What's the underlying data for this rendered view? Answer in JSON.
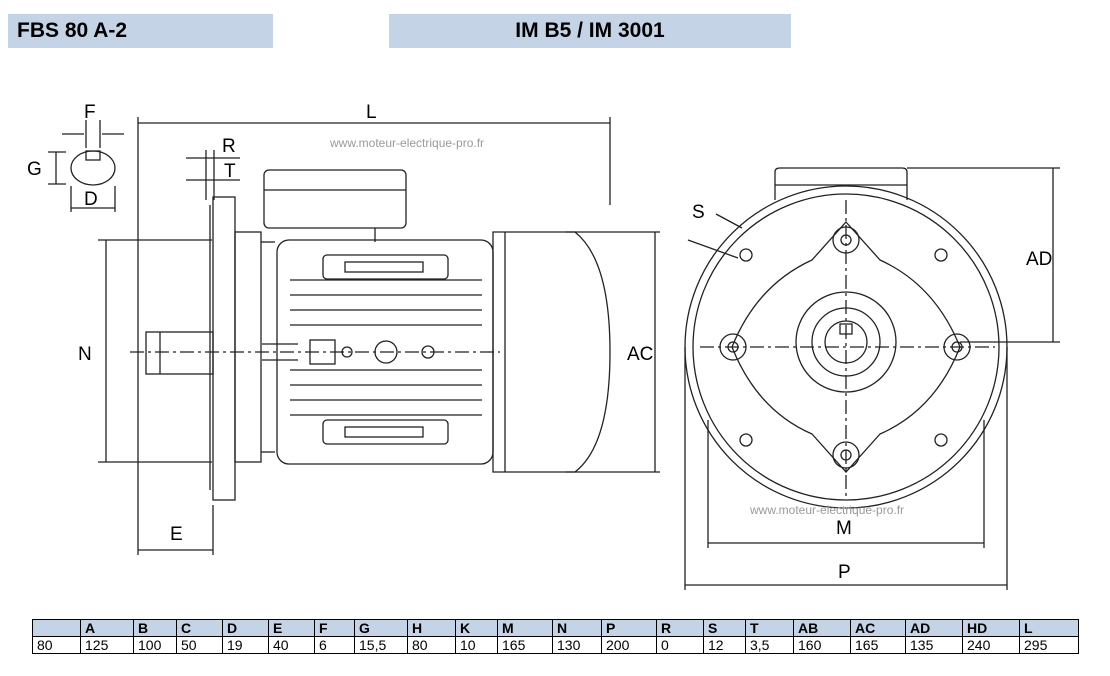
{
  "header": {
    "model": "FBS 80 A-2",
    "mounting": "IM B5 / IM 3001"
  },
  "watermark": "www.moteur-electrique-pro.fr",
  "side_view_labels": {
    "L": "L",
    "R": "R",
    "T": "T",
    "F": "F",
    "G": "G",
    "D": "D",
    "N": "N",
    "AC": "AC",
    "E": "E"
  },
  "front_view_labels": {
    "S": "S",
    "AD": "AD",
    "M": "M",
    "P": "P"
  },
  "table": {
    "headers": [
      "",
      "A",
      "B",
      "C",
      "D",
      "E",
      "F",
      "G",
      "H",
      "K",
      "M",
      "N",
      "P",
      "R",
      "S",
      "T",
      "AB",
      "AC",
      "AD",
      "HD",
      "L"
    ],
    "values": [
      "80",
      "125",
      "100",
      "50",
      "19",
      "40",
      "6",
      "15,5",
      "80",
      "10",
      "165",
      "130",
      "200",
      "0",
      "12",
      "3,5",
      "160",
      "165",
      "135",
      "240",
      "295"
    ]
  }
}
